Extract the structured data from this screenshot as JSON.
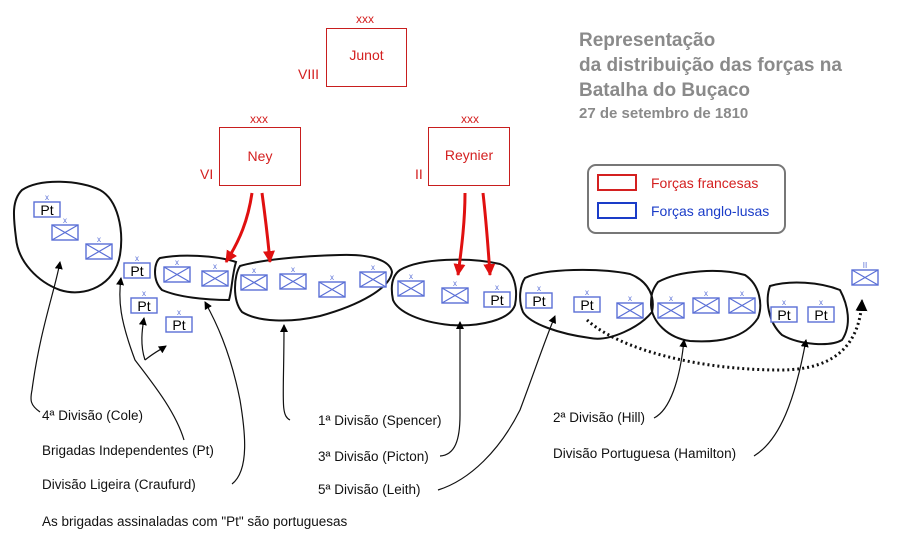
{
  "title": {
    "line1": "Representação",
    "line2": "da distribuição das forças na",
    "line3": "Batalha do Buçaco",
    "date": "27 de setembro de 1810"
  },
  "legend": {
    "french": {
      "label": "Forças francesas",
      "color": "#d42020"
    },
    "allied": {
      "label": "Forças anglo-lusas",
      "color": "#1a3cc8"
    }
  },
  "french_corps": [
    {
      "name": "Junot",
      "number": "VIII",
      "echelon": "xxx"
    },
    {
      "name": "Ney",
      "number": "VI",
      "echelon": "xxx"
    },
    {
      "name": "Reynier",
      "number": "II",
      "echelon": "xxx"
    }
  ],
  "units": {
    "brigade_echelon": "x",
    "portuguese_marker": "Pt",
    "reserve_echelon": "II"
  },
  "divisions": [
    {
      "label": "4ª Divisão (Cole)"
    },
    {
      "label": "Brigadas Independentes (Pt)"
    },
    {
      "label": "Divisão Ligeira (Craufurd)"
    },
    {
      "label": "1ª Divisão (Spencer)"
    },
    {
      "label": "3ª Divisão (Picton)"
    },
    {
      "label": "5ª Divisão (Leith)"
    },
    {
      "label": "2ª Divisão (Hill)"
    },
    {
      "label": "Divisão Portuguesa (Hamilton)"
    }
  ],
  "footnote": "As brigadas assinaladas com \"Pt\" são portuguesas"
}
